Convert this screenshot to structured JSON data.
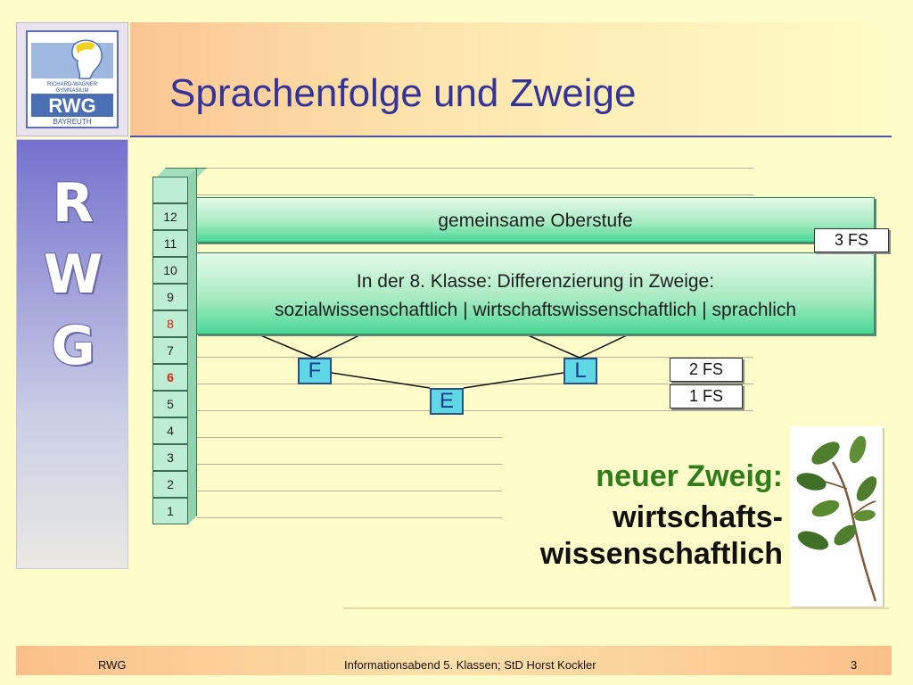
{
  "header": {
    "title": "Sprachenfolge und Zweige",
    "logo_text_1": "RICHARD-WAGNER",
    "logo_text_2": "GYMNASIUM",
    "logo_abbr": "RWG",
    "logo_city": "BAYREUTH"
  },
  "sidebar": {
    "letters": [
      "R",
      "W",
      "G"
    ]
  },
  "grades": [
    {
      "label": "12",
      "color": "#222222",
      "bold": false
    },
    {
      "label": "11",
      "color": "#222222",
      "bold": false
    },
    {
      "label": "10",
      "color": "#222222",
      "bold": false
    },
    {
      "label": "9",
      "color": "#222222",
      "bold": false
    },
    {
      "label": "8",
      "color": "#d9230f",
      "bold": false
    },
    {
      "label": "7",
      "color": "#222222",
      "bold": false
    },
    {
      "label": "6",
      "color": "#d9230f",
      "bold": true
    },
    {
      "label": "5",
      "color": "#222222",
      "bold": false
    },
    {
      "label": "4",
      "color": "#222222",
      "bold": false
    },
    {
      "label": "3",
      "color": "#222222",
      "bold": false
    },
    {
      "label": "2",
      "color": "#222222",
      "bold": false
    },
    {
      "label": "1",
      "color": "#222222",
      "bold": false
    }
  ],
  "diagram": {
    "oberstufe": "gemeinsame Oberstufe",
    "zweige_line1": "In der 8. Klasse: Differenzierung in Zweige:",
    "zweige_line2": "sozialwissenschaftlich | wirtschaftswissenschaftlich | sprachlich",
    "fs3": "3 FS",
    "fs2": "2 FS",
    "fs1": "1 FS",
    "lang_f": "F",
    "lang_l": "L",
    "lang_e": "E"
  },
  "new_branch": {
    "heading": "neuer Zweig:",
    "line1": "wirtschafts-",
    "line2": "wissenschaftlich",
    "heading_color": "#2e7d1a"
  },
  "footer": {
    "left": "RWG",
    "center": "Informationsabend 5. Klassen; StD Horst Kockler",
    "page": "3"
  }
}
